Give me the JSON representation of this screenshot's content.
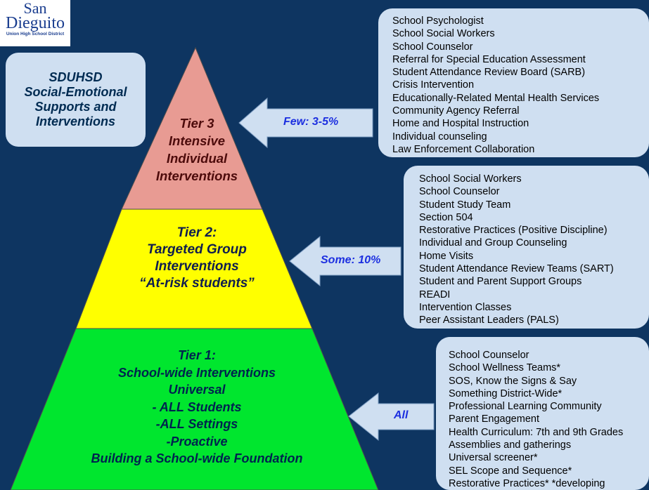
{
  "logo": {
    "line1": "San",
    "line2": "Dieguito",
    "line3": "Union High School District"
  },
  "title": {
    "lines": [
      "SDUHSD",
      "Social-Emotional",
      "Supports and",
      "Interventions"
    ]
  },
  "colors": {
    "background": "#0e3561",
    "tier3": "#e89b93",
    "tier2": "#ffff00",
    "tier1": "#00e62e",
    "box": "#cfdff1",
    "arrow": "#cfdff1",
    "arrow_label": "#1c2fe0"
  },
  "tiers": [
    {
      "name": "Tier 3",
      "lines": [
        "Tier 3",
        "Intensive",
        "Individual",
        "Interventions"
      ],
      "arrow_label": "Few: 3-5%",
      "items": [
        "School Psychologist",
        "School Social Workers",
        "School Counselor",
        "Referral for Special Education Assessment",
        "Student Attendance Review Board (SARB)",
        "Crisis Intervention",
        "Educationally-Related Mental Health Services",
        "Community Agency Referral",
        "Home and Hospital Instruction",
        "Individual counseling",
        "Law Enforcement Collaboration"
      ]
    },
    {
      "name": "Tier 2",
      "lines": [
        "Tier 2:",
        "Targeted Group",
        "Interventions",
        "“At-risk students”"
      ],
      "arrow_label": "Some: 10%",
      "items": [
        "School Social Workers",
        "School Counselor",
        "Student Study Team",
        "Section 504",
        "Restorative Practices (Positive Discipline)",
        "Individual and Group Counseling",
        "Home Visits",
        "Student Attendance Review Teams (SART)",
        "Student and Parent Support Groups",
        "READI",
        "Intervention Classes",
        "Peer Assistant Leaders (PALS)"
      ]
    },
    {
      "name": "Tier 1",
      "lines": [
        "Tier 1:",
        "School-wide Interventions",
        "Universal",
        "- ALL Students",
        "-ALL Settings",
        "-Proactive",
        "Building a School-wide Foundation"
      ],
      "arrow_label": "All",
      "items": [
        "School Counselor",
        "School Wellness Teams*",
        "SOS, Know the Signs & Say",
        "Something District-Wide*",
        "Professional Learning Community",
        "Parent Engagement",
        "Health Curriculum: 7th and 9th Grades",
        "Assemblies and gatherings",
        "Universal screener*",
        "SEL Scope and Sequence*",
        "Restorative Practices*   *developing"
      ]
    }
  ]
}
